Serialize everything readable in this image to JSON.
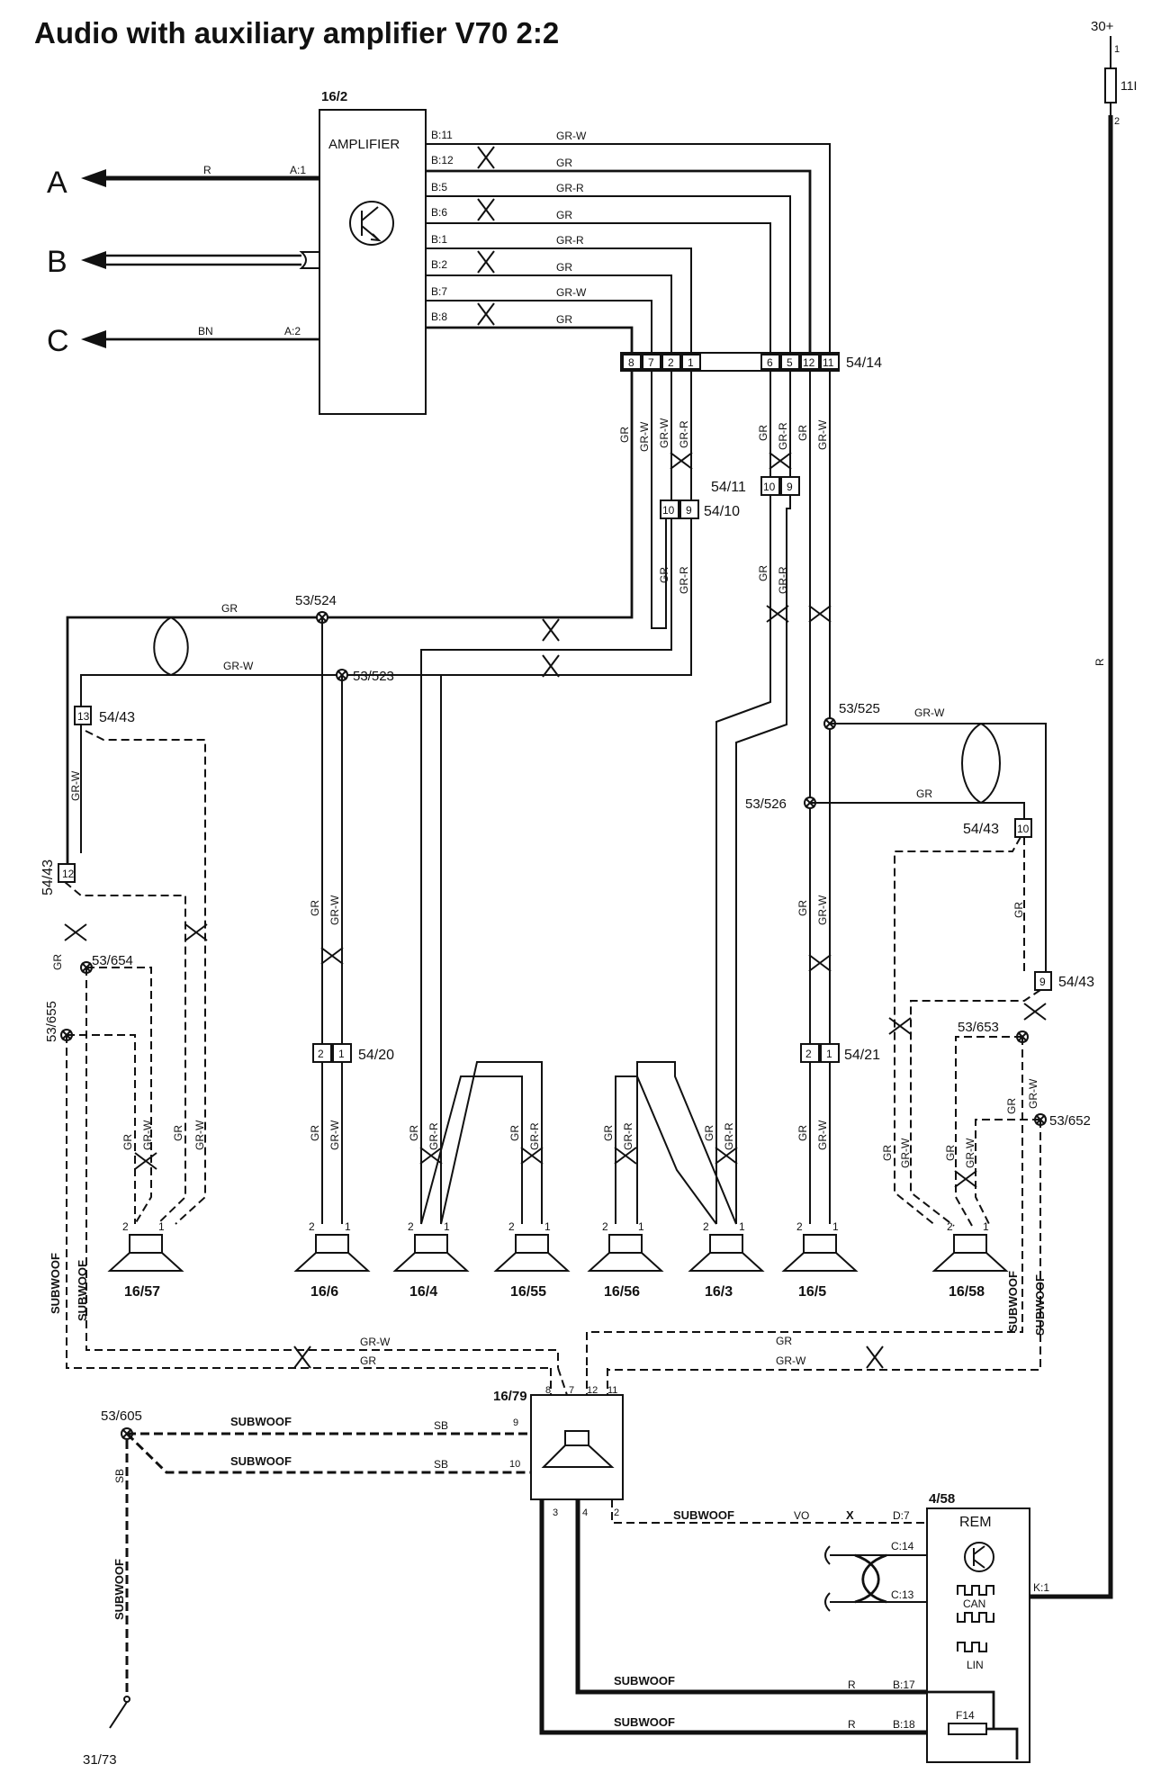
{
  "title": "Audio with auxiliary amplifier V70 2:2",
  "amplifier": {
    "id": "16/2",
    "name": "AMPLIFIER",
    "pins_left": [
      "A:1",
      "A:2"
    ],
    "pins_right": [
      "B:11",
      "B:12",
      "B:5",
      "B:6",
      "B:1",
      "B:2",
      "B:7",
      "B:8"
    ],
    "wires_right": [
      "GR-W",
      "GR",
      "GR-R",
      "GR",
      "GR-R",
      "GR",
      "GR-W",
      "GR"
    ]
  },
  "outputs": [
    {
      "letter": "A",
      "wire": "R"
    },
    {
      "letter": "B",
      "wire": ""
    },
    {
      "letter": "C",
      "wire": "BN"
    }
  ],
  "power": {
    "label": "30+",
    "pin_top": "1",
    "pin_bottom": "2",
    "fuse": "11I",
    "wire": "R"
  },
  "connector_54_14": {
    "id": "54/14",
    "pins_left": [
      "8",
      "7",
      "2",
      "1"
    ],
    "pins_right": [
      "6",
      "5",
      "12",
      "11"
    ]
  },
  "connector_54_11": {
    "id": "54/11",
    "pins": [
      "10",
      "9"
    ]
  },
  "connector_54_10": {
    "id": "54/10",
    "pins": [
      "10",
      "9"
    ]
  },
  "connector_54_20": {
    "id": "54/20",
    "pins": [
      "2",
      "1"
    ]
  },
  "connector_54_21": {
    "id": "54/21",
    "pins": [
      "2",
      "1"
    ]
  },
  "connector_54_43": {
    "id": "54/43",
    "pins": [
      "13",
      "12",
      "10",
      "9"
    ]
  },
  "splices": [
    "53/524",
    "53/523",
    "53/525",
    "53/526",
    "53/654",
    "53/655",
    "53/653",
    "53/652",
    "53/605"
  ],
  "wire_labels": {
    "gr": "GR",
    "grw": "GR-W",
    "grr": "GR-R",
    "r": "R",
    "sb": "SB",
    "vo": "VO",
    "x": "X"
  },
  "speakers": [
    {
      "id": "16/57",
      "pin2": "2",
      "pin1": "1"
    },
    {
      "id": "16/6",
      "pin2": "2",
      "pin1": "1"
    },
    {
      "id": "16/4",
      "pin2": "2",
      "pin1": "1"
    },
    {
      "id": "16/55",
      "pin2": "2",
      "pin1": "1"
    },
    {
      "id": "16/56",
      "pin2": "2",
      "pin1": "1"
    },
    {
      "id": "16/3",
      "pin2": "2",
      "pin1": "1"
    },
    {
      "id": "16/5",
      "pin2": "2",
      "pin1": "1"
    },
    {
      "id": "16/58",
      "pin2": "2",
      "pin1": "1"
    }
  ],
  "subwoof_label": "SUBWOOF",
  "subwoofer": {
    "id": "16/79",
    "pins_top": [
      "8",
      "7",
      "12",
      "11"
    ],
    "pins_left": [
      "9",
      "10"
    ],
    "pins_bottom": [
      "3",
      "4",
      "2"
    ]
  },
  "rem": {
    "id": "4/58",
    "name": "REM",
    "pins": [
      "D:7",
      "C:14",
      "C:13",
      "K:1",
      "B:17",
      "B:18"
    ],
    "can": "CAN",
    "lin": "LIN",
    "fuse": "F14"
  },
  "ground": "31/73"
}
